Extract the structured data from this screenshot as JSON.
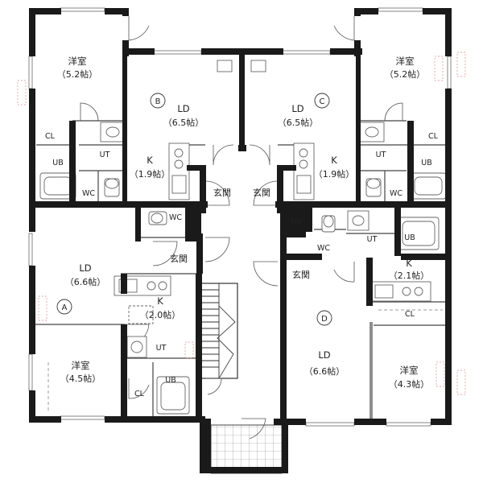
{
  "rooms": {
    "b_western": {
      "name": "洋室",
      "size": "（5.2帖）"
    },
    "c_western": {
      "name": "洋室",
      "size": "（5.2帖）"
    },
    "b_ld": {
      "name": "LD",
      "size": "（6.5帖）"
    },
    "c_ld": {
      "name": "LD",
      "size": "（6.5帖）"
    },
    "b_k": {
      "name": "K",
      "size": "（1.9帖）"
    },
    "c_k": {
      "name": "K",
      "size": "（1.9帖）"
    },
    "a_ld": {
      "name": "LD",
      "size": "（6.6帖）"
    },
    "a_k": {
      "name": "K",
      "size": "（2.0帖）"
    },
    "a_western": {
      "name": "洋室",
      "size": "（4.5帖）"
    },
    "d_ld": {
      "name": "LD",
      "size": "（6.6帖）"
    },
    "d_k": {
      "name": "K",
      "size": "（2.1帖）"
    },
    "d_western": {
      "name": "洋室",
      "size": "（4.3帖）"
    }
  },
  "units": {
    "a": "A",
    "b": "B",
    "c": "C",
    "d": "D"
  },
  "small": {
    "cl": "CL",
    "ut": "UT",
    "ub": "UB",
    "wc": "WC",
    "mb": "MB",
    "genkan": "玄関"
  },
  "colors": {
    "wall": "#1a1a1a",
    "line": "#444444",
    "fixture": "#777777"
  }
}
